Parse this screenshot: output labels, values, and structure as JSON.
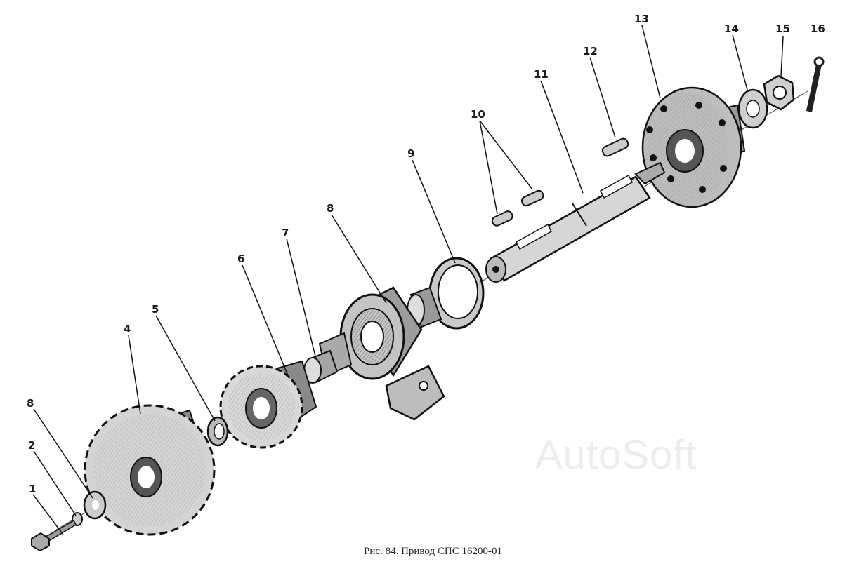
{
  "caption": "Рис. 84. Привод СПС 16200-01",
  "watermark": "AutoSoft",
  "labels": [
    "1",
    "2",
    "8",
    "4",
    "5",
    "6",
    "7",
    "8",
    "9",
    "10",
    "11",
    "12",
    "13",
    "14",
    "15",
    "16"
  ],
  "parts": [
    "bolt",
    "lock-washer",
    "flat-washer",
    "large-sprocket",
    "spacer-ring",
    "small-sprocket",
    "bushing",
    "bearing-housing",
    "bearing-cup",
    "keys",
    "shaft",
    "key",
    "hub-flange",
    "washer",
    "castle-nut",
    "cotter-pin"
  ]
}
